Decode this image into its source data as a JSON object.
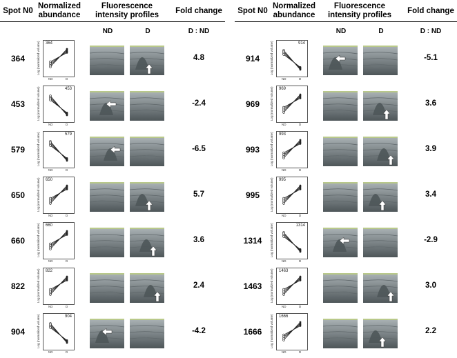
{
  "headers": {
    "spot": "Spot N0",
    "abundance_l1": "Normalized",
    "abundance_l2": "abundance",
    "profiles_l1": "Fluorescence",
    "profiles_l2": "intensity profiles",
    "fold": "Fold change",
    "sub_nd": "ND",
    "sub_d": "D",
    "sub_ratio": "D : ND"
  },
  "mini_axis": {
    "ylabel": "Log (normalized volume)",
    "x_nd": "ND",
    "x_d": "D"
  },
  "left_rows": [
    {
      "spot": "364",
      "fold": "4.8",
      "direction": "up"
    },
    {
      "spot": "453",
      "fold": "-2.4",
      "direction": "down"
    },
    {
      "spot": "579",
      "fold": "-6.5",
      "direction": "down"
    },
    {
      "spot": "650",
      "fold": "5.7",
      "direction": "up"
    },
    {
      "spot": "660",
      "fold": "3.6",
      "direction": "up"
    },
    {
      "spot": "822",
      "fold": "2.4",
      "direction": "up"
    },
    {
      "spot": "904",
      "fold": "-4.2",
      "direction": "down"
    }
  ],
  "right_rows": [
    {
      "spot": "914",
      "fold": "-5.1",
      "direction": "down"
    },
    {
      "spot": "969",
      "fold": "3.6",
      "direction": "up"
    },
    {
      "spot": "993",
      "fold": "3.9",
      "direction": "up"
    },
    {
      "spot": "995",
      "fold": "3.4",
      "direction": "up"
    },
    {
      "spot": "1314",
      "fold": "-2.9",
      "direction": "down"
    },
    {
      "spot": "1463",
      "fold": "3.0",
      "direction": "up"
    },
    {
      "spot": "1666",
      "fold": "2.2",
      "direction": "up"
    }
  ],
  "colors": {
    "surface": "#8a9396",
    "surface_dark": "#4e5659",
    "top_edge": "#b9c98a",
    "arrow": "#ffffff"
  }
}
